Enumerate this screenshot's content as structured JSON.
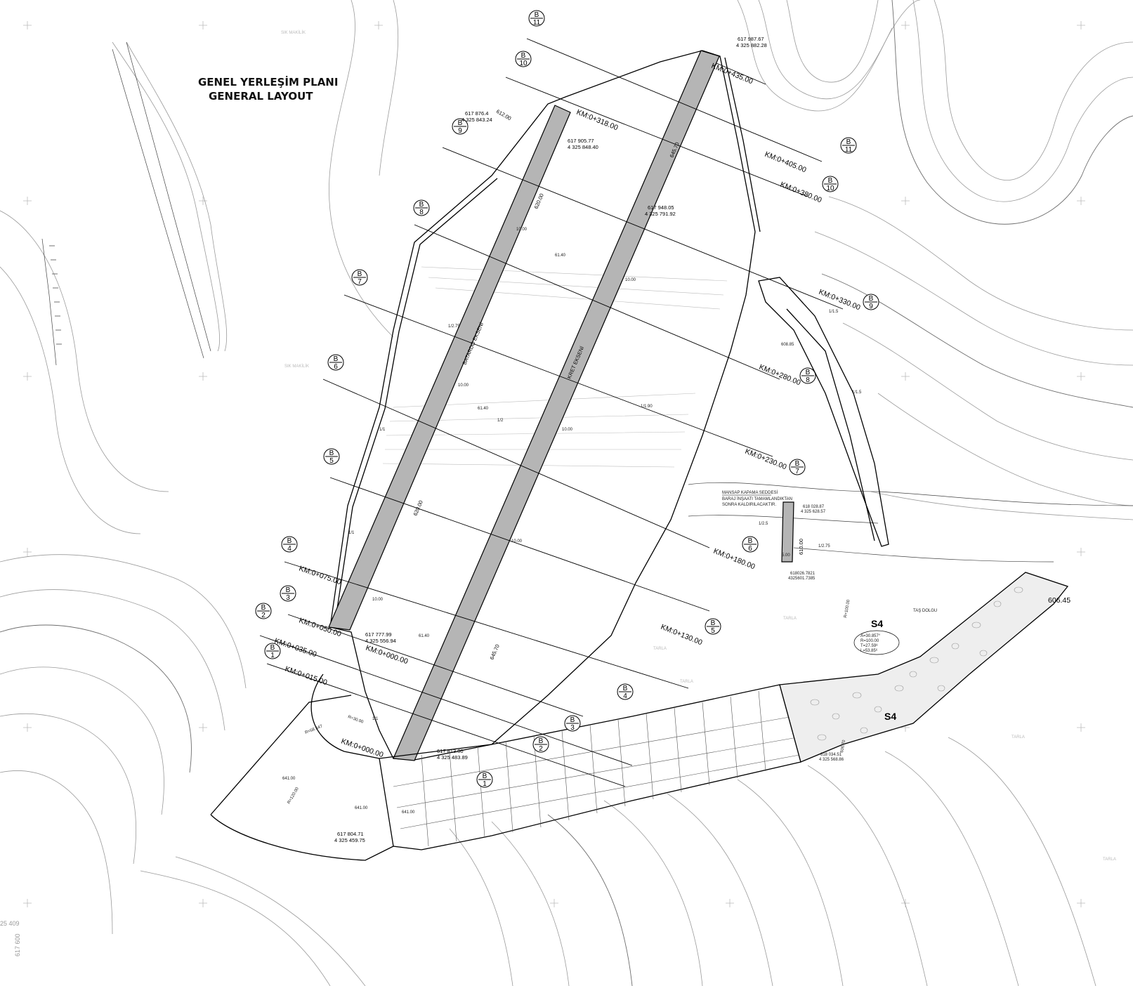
{
  "title": {
    "line1": "GENEL YERLEŞİM PLANI",
    "line2": "GENERAL LAYOUT"
  },
  "axes": {
    "batardo": "BATARDO EKSENİ",
    "kret": "KRET EKSENİ"
  },
  "sections_left": [
    {
      "km": "KM:0+015.00",
      "b": "B",
      "n": "1"
    },
    {
      "km": "KM:0+035.00",
      "b": "B",
      "n": "2"
    },
    {
      "km": "KM:0+050.00",
      "b": "B",
      "n": "3"
    },
    {
      "km": "KM:0+075.00",
      "b": "B",
      "n": "4"
    },
    {
      "b": "B",
      "n": "5"
    },
    {
      "b": "B",
      "n": "6"
    },
    {
      "b": "B",
      "n": "7"
    },
    {
      "b": "B",
      "n": "8"
    },
    {
      "b": "B",
      "n": "9"
    },
    {
      "b": "B",
      "n": "10"
    },
    {
      "b": "B",
      "n": "11"
    }
  ],
  "sections_right": [
    {
      "km": "KM:0+435.00"
    },
    {
      "km": "KM:0+405.00",
      "b": "B",
      "n": "11"
    },
    {
      "km": "KM:0+380.00",
      "b": "B",
      "n": "10"
    },
    {
      "km": "KM:0+330.00",
      "b": "B",
      "n": "9"
    },
    {
      "km": "KM:0+280.00",
      "b": "B",
      "n": "8"
    },
    {
      "km": "KM:0+230.00",
      "b": "B",
      "n": "7"
    },
    {
      "km": "KM:0+180.00",
      "b": "B",
      "n": "6"
    },
    {
      "km": "KM:0+130.00",
      "b": "B",
      "n": "5"
    },
    {
      "b": "B",
      "n": "4"
    },
    {
      "b": "B",
      "n": "3"
    },
    {
      "b": "B",
      "n": "2"
    },
    {
      "b": "B",
      "n": "1"
    }
  ],
  "km_other": [
    "KM:0+318.00",
    "KM:0+000.00",
    "KM:0+000.00"
  ],
  "coordinates": [
    {
      "e": "617 987.67",
      "n": "4 325 882.28"
    },
    {
      "e": "617 876.4",
      "n": "4 325 843.24"
    },
    {
      "e": "617 905.77",
      "n": "4 325 848.40"
    },
    {
      "e": "617 948.05",
      "n": "4 325 791.92"
    },
    {
      "e": "617 777.99",
      "n": "4 325 556.94"
    },
    {
      "e": "617 813.00",
      "n": "4 325 483.89"
    },
    {
      "e": "617 804.71",
      "n": "4 325 459.75"
    },
    {
      "e": "618 028.87",
      "n": "4 325 628.57"
    },
    {
      "e": "618026.7821",
      "n": "4325601.7385"
    },
    {
      "e": "618 034.51",
      "n": "4 325 568.86"
    }
  ],
  "elevations": [
    "645.70",
    "645.70",
    "620.00",
    "620.00",
    "612.00",
    "610.00",
    "606.45",
    "641.00",
    "641.00",
    "641.00",
    "606.70",
    "608.85"
  ],
  "dimensions": [
    "10.00",
    "10.00",
    "10.00",
    "10.00",
    "10.00",
    "10.00",
    "61.40",
    "61.40",
    "61.40",
    "1/2.75",
    "1/2",
    "1/1.90",
    "1/1",
    "1/1",
    "1/1",
    "1/2.5",
    "1/2.75",
    "1/1.5",
    "1/1.5",
    "5.00",
    "R=30.00",
    "R=68.547",
    "R=120.00",
    "R=100.00"
  ],
  "note": {
    "line1": "MANSAP KAPAMA SEDDESİ",
    "line2": "BARAJ İNŞAATI TAMAMLANDIKTAN",
    "line3": "SONRA KALDIRILACAKTIR."
  },
  "curve": {
    "name": "S4",
    "a": "A=30.857°",
    "r": "R=100.00",
    "t": "T=27.59⁸",
    "l": "L=53.85⁶"
  },
  "fill_label": "TAŞ DOLGU",
  "spillway_label": "S4",
  "area_labels": [
    "SIK MAKİLİK",
    "SIK MAKİLİK",
    "TARLA",
    "TARLA",
    "TARLA",
    "TARLA",
    "TARLA"
  ],
  "grid_ref": {
    "x": "617 600",
    "y": "25 409"
  }
}
